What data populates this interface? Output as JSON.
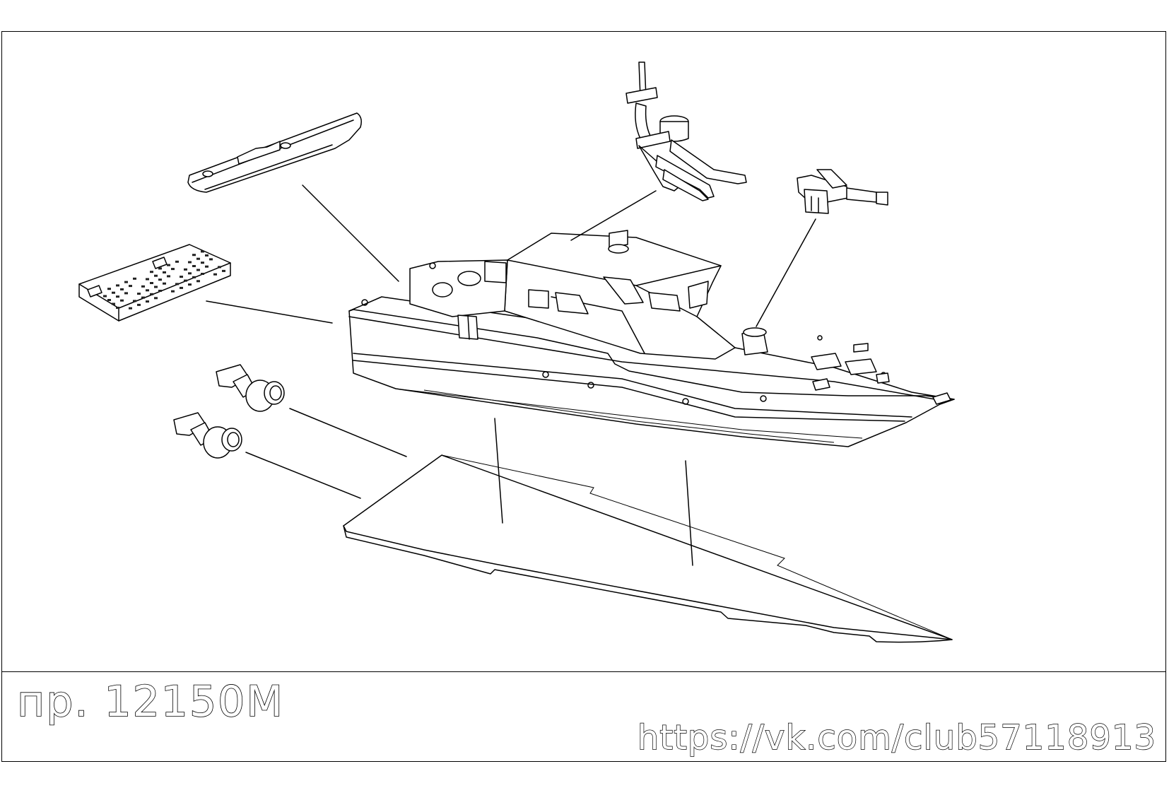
{
  "title": "пр. 12150М",
  "url": "https://vk.com/club57118913",
  "colors": {
    "line": "#000000",
    "paper": "#ffffff"
  },
  "parts": [
    {
      "name": "hull"
    },
    {
      "name": "bottom-plate"
    },
    {
      "name": "inflatable-boat"
    },
    {
      "name": "deck-grating"
    },
    {
      "name": "mast"
    },
    {
      "name": "machine-gun-mount"
    },
    {
      "name": "water-jet-port"
    },
    {
      "name": "water-jet-starboard"
    }
  ]
}
